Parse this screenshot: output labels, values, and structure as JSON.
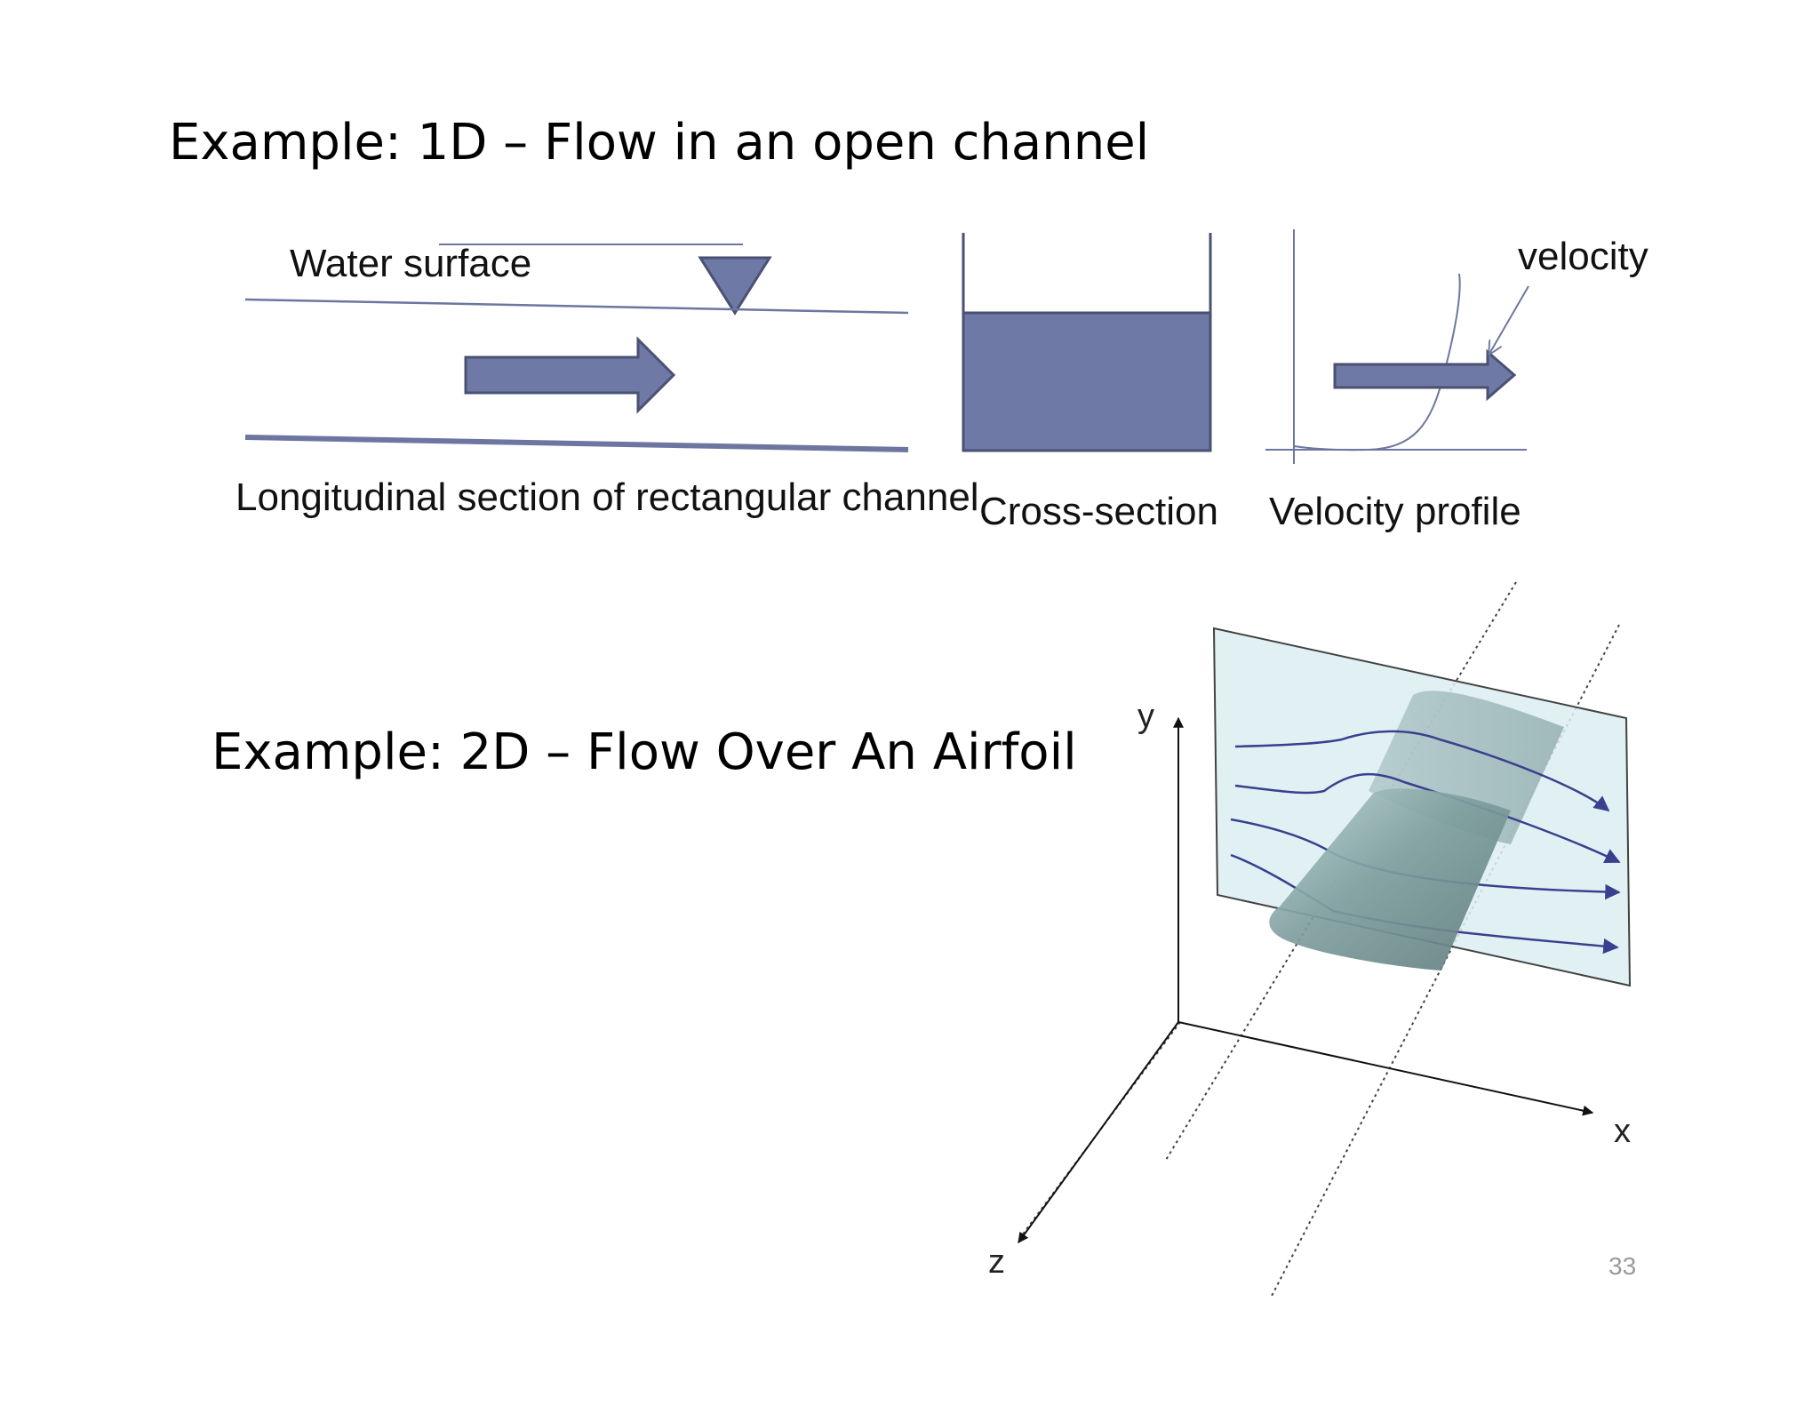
{
  "slide": {
    "page_number": "33"
  },
  "example_1d": {
    "title": "Example: 1D – Flow in an open channel",
    "water_surface_label": "Water surface",
    "longitudinal_label": "Longitudinal section of rectangular channel",
    "cross_section_label": "Cross-section",
    "velocity_profile_label": "Velocity profile",
    "velocity_label": "velocity"
  },
  "example_2d": {
    "title": "Example: 2D – Flow Over An Airfoil",
    "axes": {
      "x": "x",
      "y": "y",
      "z": "z"
    }
  },
  "colors": {
    "channel_fill": "#6f79a6",
    "channel_stroke": "#4a5172",
    "line": "#6d76a0",
    "plane_fill": "#dceff2",
    "airfoil": "#6f8e8e",
    "streamline": "#3a3f8f"
  }
}
